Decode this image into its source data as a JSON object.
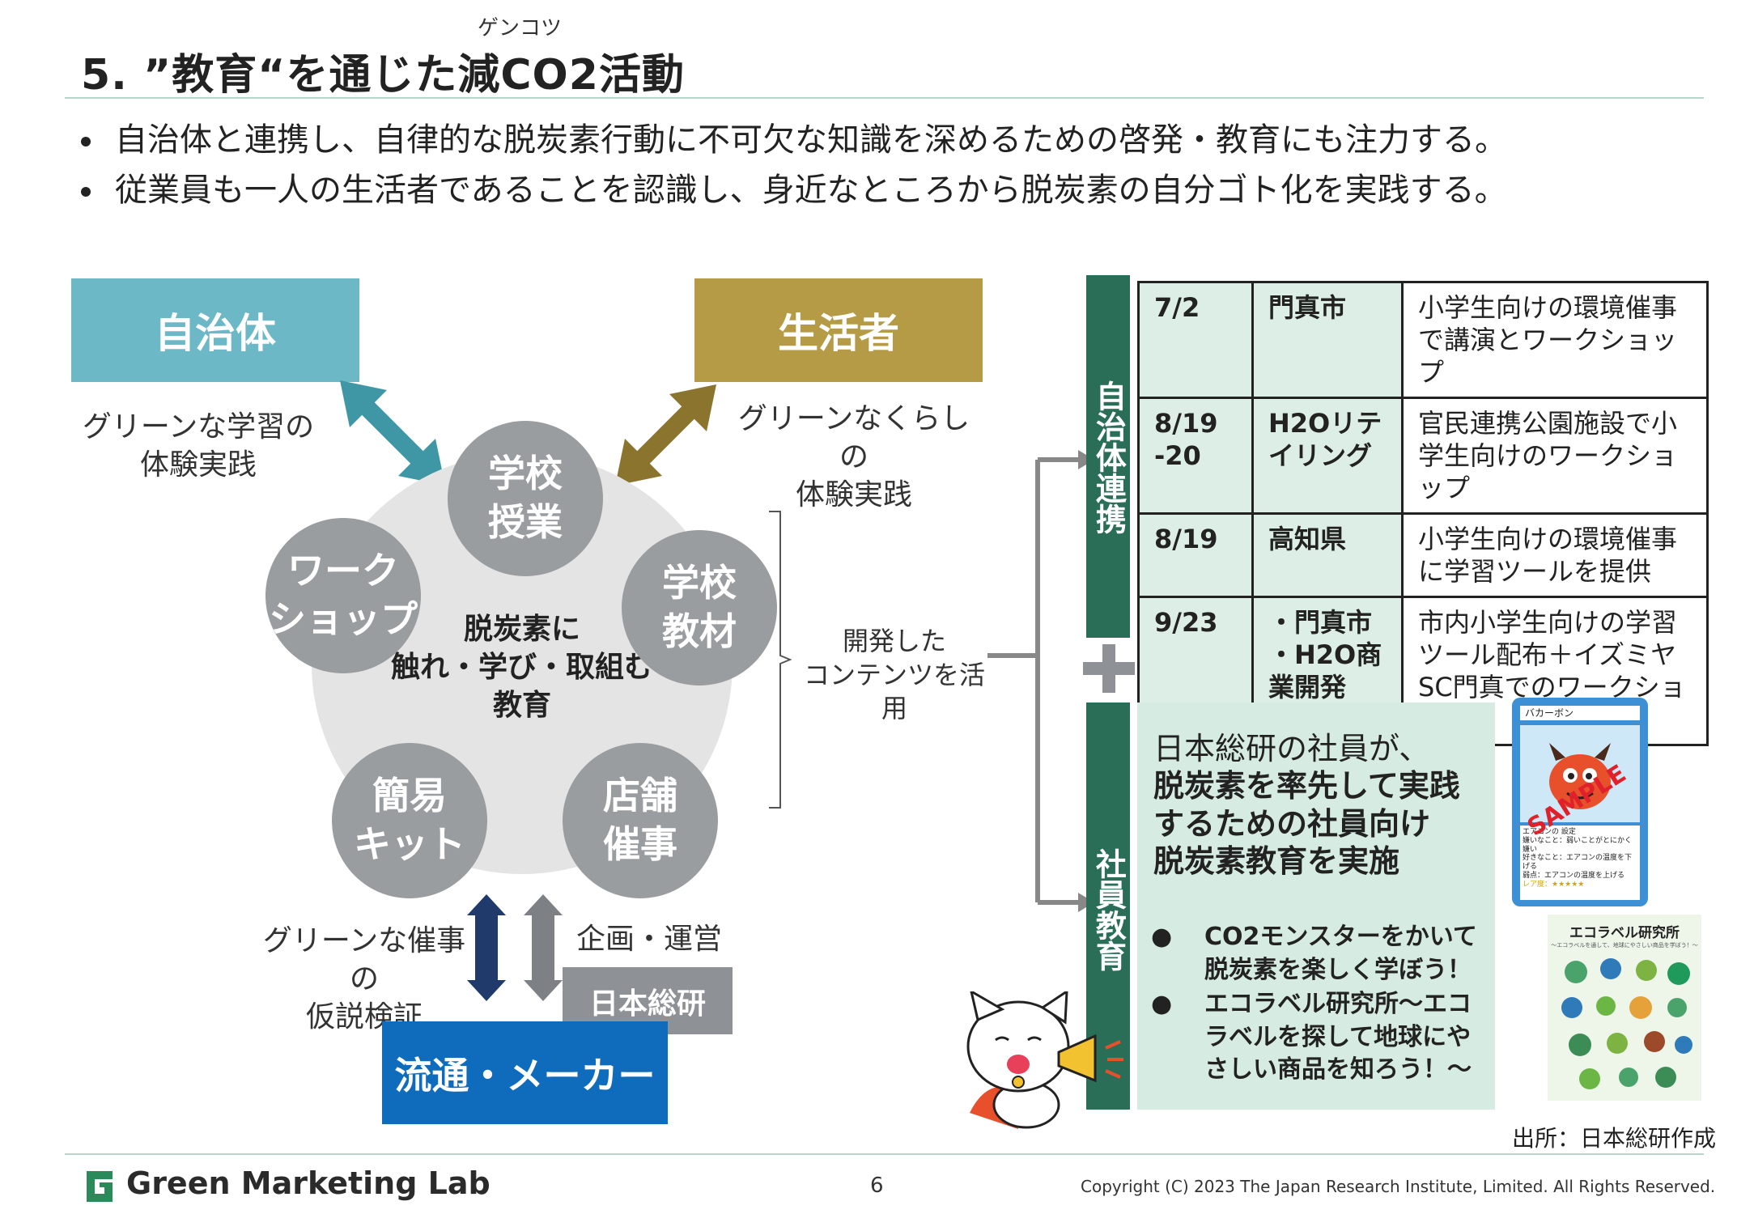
{
  "title": {
    "text": "5. ”教育“を通じた減CO2活動",
    "ruby": "ゲンコツ"
  },
  "bullets": [
    "自治体と連携し、自律的な脱炭素行動に不可欠な知識を深めるための啓発・教育にも注力する。",
    "従業員も一人の生活者であることを認識し、身近なところから脱炭素の自分ゴト化を実践する。"
  ],
  "diagram": {
    "jichitai": "自治体",
    "seikatsusha": "生活者",
    "label_left": [
      "グリーンな学習の",
      "体験実践"
    ],
    "label_right": [
      "グリーンなくらしの",
      "体験実践"
    ],
    "center": [
      "脱炭素に",
      "触れ・学び・取組む",
      "教育"
    ],
    "circles": {
      "gakkou_jugyou": [
        "学校",
        "授業"
      ],
      "gakkou_kyouzai": [
        "学校",
        "教材"
      ],
      "workshop": [
        "ワーク",
        "ショップ"
      ],
      "kani_kit": [
        "簡易",
        "キット"
      ],
      "tenpo_saiji": [
        "店舗",
        "催事"
      ]
    },
    "contents_label": [
      "開発した",
      "コンテンツを活用"
    ],
    "bottom_left": [
      "グリーンな催事の",
      "仮説検証"
    ],
    "bottom_right": "企画・運営",
    "nihon_souken": "日本総研",
    "ryutsu": "流通・メーカー"
  },
  "jichitai_renkei": {
    "bar_label": "自治体連携",
    "rows": [
      {
        "date": "7/2",
        "place": "門真市",
        "desc": "小学生向けの環境催事で講演とワークショップ"
      },
      {
        "date": "8/19 -20",
        "place": "H2Oリテイリング",
        "desc": "官民連携公園施設で小学生向けのワークショップ"
      },
      {
        "date": "8/19",
        "place": "高知県",
        "desc": "小学生向けの環境催事に学習ツールを提供"
      },
      {
        "date": "9/23",
        "place": "・門真市 ・H2O商業開発",
        "desc": "市内小学生向けの学習ツール配布＋イズミヤSC門真でのワークショップ"
      }
    ]
  },
  "shain_kyouiku": {
    "bar_label": "社員教育",
    "heading_line1": "日本総研の社員が、",
    "heading_bold": [
      "脱炭素を率先して実践",
      "するための社員向け",
      "脱炭素教育を実施"
    ],
    "items": [
      "CO2モンスターをかいて脱炭素を楽しく学ぼう！",
      "エコラベル研究所～エコラベルを探して地球にやさしい商品を知ろう！～"
    ],
    "card_name": "バカーボン",
    "card_stamp": "SAMPLE",
    "card_lines": [
      "エアコンの 設定",
      "嫌いなこと：弱いことがとにかく嫌い",
      "好きなこと：エアコンの温度を下げる",
      "弱点：エアコンの温度を上げる"
    ],
    "card_rare": "レア度：★★★★★",
    "ecolabel_title": "エコラベル研究所",
    "ecolabel_sub": "～エコラベルを通して、地球にやさしい商品を学ぼう！～"
  },
  "source": "出所：日本総研作成",
  "footer": {
    "brand": "Green Marketing Lab",
    "page": "6",
    "copyright": "Copyright (C) 2023 The Japan Research Institute, Limited. All Rights Reserved."
  },
  "colors": {
    "accent_green": "#2a6e58",
    "teal": "#6cb8c6",
    "gold": "#b59b46",
    "blue": "#0f6cbd",
    "gray": "#9a9da0"
  }
}
